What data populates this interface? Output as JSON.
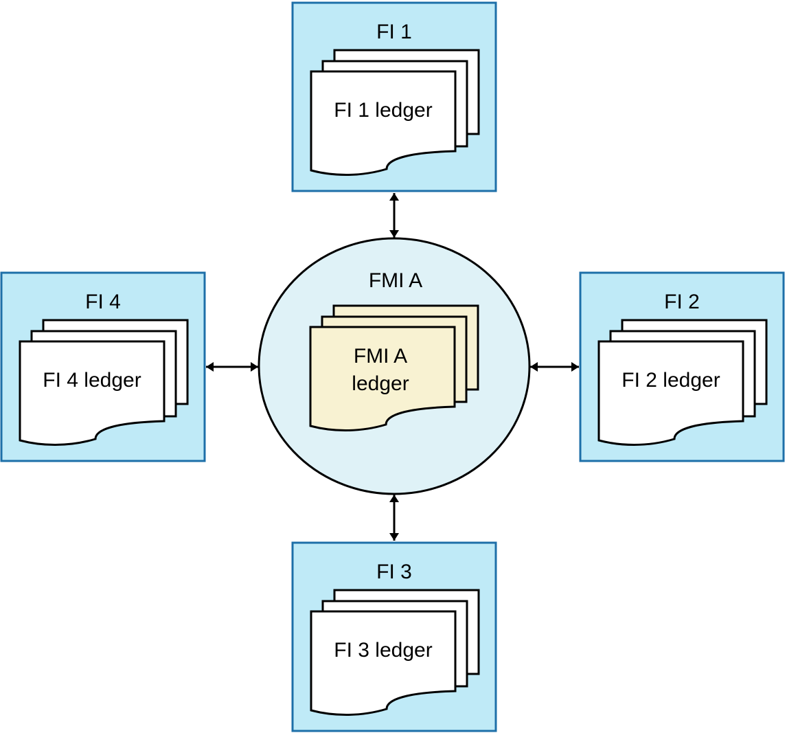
{
  "colors": {
    "fi_box_fill": "#bfeaf7",
    "fi_box_border": "#1d6fa8",
    "fmi_circle_fill": "#dff2f7",
    "fmi_circle_border": "#000000",
    "fi_ledger_fill": "#ffffff",
    "fmi_ledger_fill": "#f8f2d2",
    "connector": "#000000"
  },
  "center": {
    "title": "FMI A",
    "ledger_lines": [
      "FMI A",
      "ledger"
    ]
  },
  "participants": [
    {
      "id": "fi1",
      "position": "top",
      "title": "FI 1",
      "ledger_label": "FI 1 ledger"
    },
    {
      "id": "fi2",
      "position": "right",
      "title": "FI 2",
      "ledger_label": "FI 2 ledger"
    },
    {
      "id": "fi3",
      "position": "bottom",
      "title": "FI 3",
      "ledger_label": "FI 3 ledger"
    },
    {
      "id": "fi4",
      "position": "left",
      "title": "FI 4",
      "ledger_label": "FI 4 ledger"
    }
  ],
  "connections": [
    {
      "from": "FMI A",
      "to": "FI 1",
      "direction": "bidirectional"
    },
    {
      "from": "FMI A",
      "to": "FI 2",
      "direction": "bidirectional"
    },
    {
      "from": "FMI A",
      "to": "FI 3",
      "direction": "bidirectional"
    },
    {
      "from": "FMI A",
      "to": "FI 4",
      "direction": "bidirectional"
    }
  ]
}
